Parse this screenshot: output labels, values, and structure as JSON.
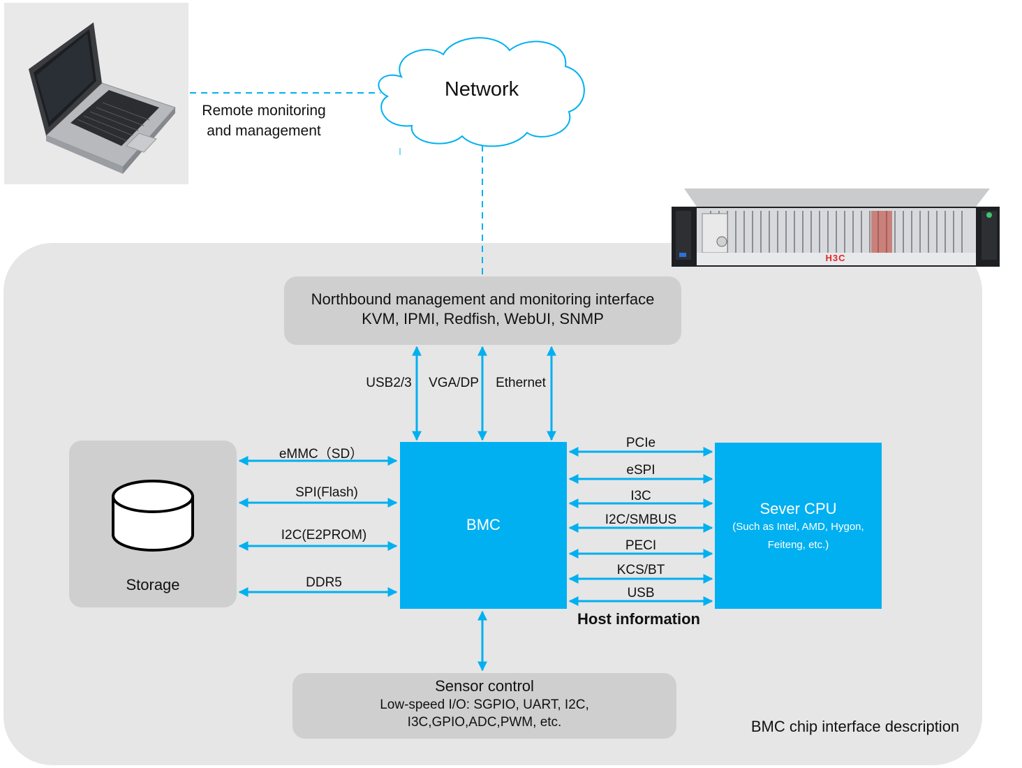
{
  "network": {
    "label": "Network"
  },
  "remote": {
    "line1": "Remote monitoring",
    "line2": "and management"
  },
  "northbound": {
    "title": "Northbound management and monitoring interface",
    "protocols": "KVM, IPMI, Redfish, WebUI, SNMP"
  },
  "north_links": [
    "USB2/3",
    "VGA/DP",
    "Ethernet"
  ],
  "storage": {
    "label": "Storage",
    "links": [
      "eMMC（SD）",
      "SPI(Flash)",
      "I2C(E2PROM)",
      "DDR5"
    ]
  },
  "bmc": {
    "label": "BMC"
  },
  "cpu": {
    "label": "Sever CPU",
    "sub1": "(Such as Intel, AMD, Hygon,",
    "sub2": "Feiteng, etc.)",
    "links": [
      "PCIe",
      "eSPI",
      "I3C",
      "I2C/SMBUS",
      "PECI",
      "KCS/BT",
      "USB"
    ]
  },
  "host_information": "Host information",
  "sensor": {
    "title": "Sensor control",
    "line1": "Low-speed I/O: SGPIO, UART, I2C,",
    "line2": "I3C,GPIO,ADC,PWM, etc."
  },
  "server": {
    "brand": "H3C"
  },
  "caption": "BMC chip interface description",
  "colors": {
    "accent": "#00b0f0",
    "panel": "#e6e6e6",
    "box": "#cfcfcf",
    "brand_red": "#e0262b"
  }
}
